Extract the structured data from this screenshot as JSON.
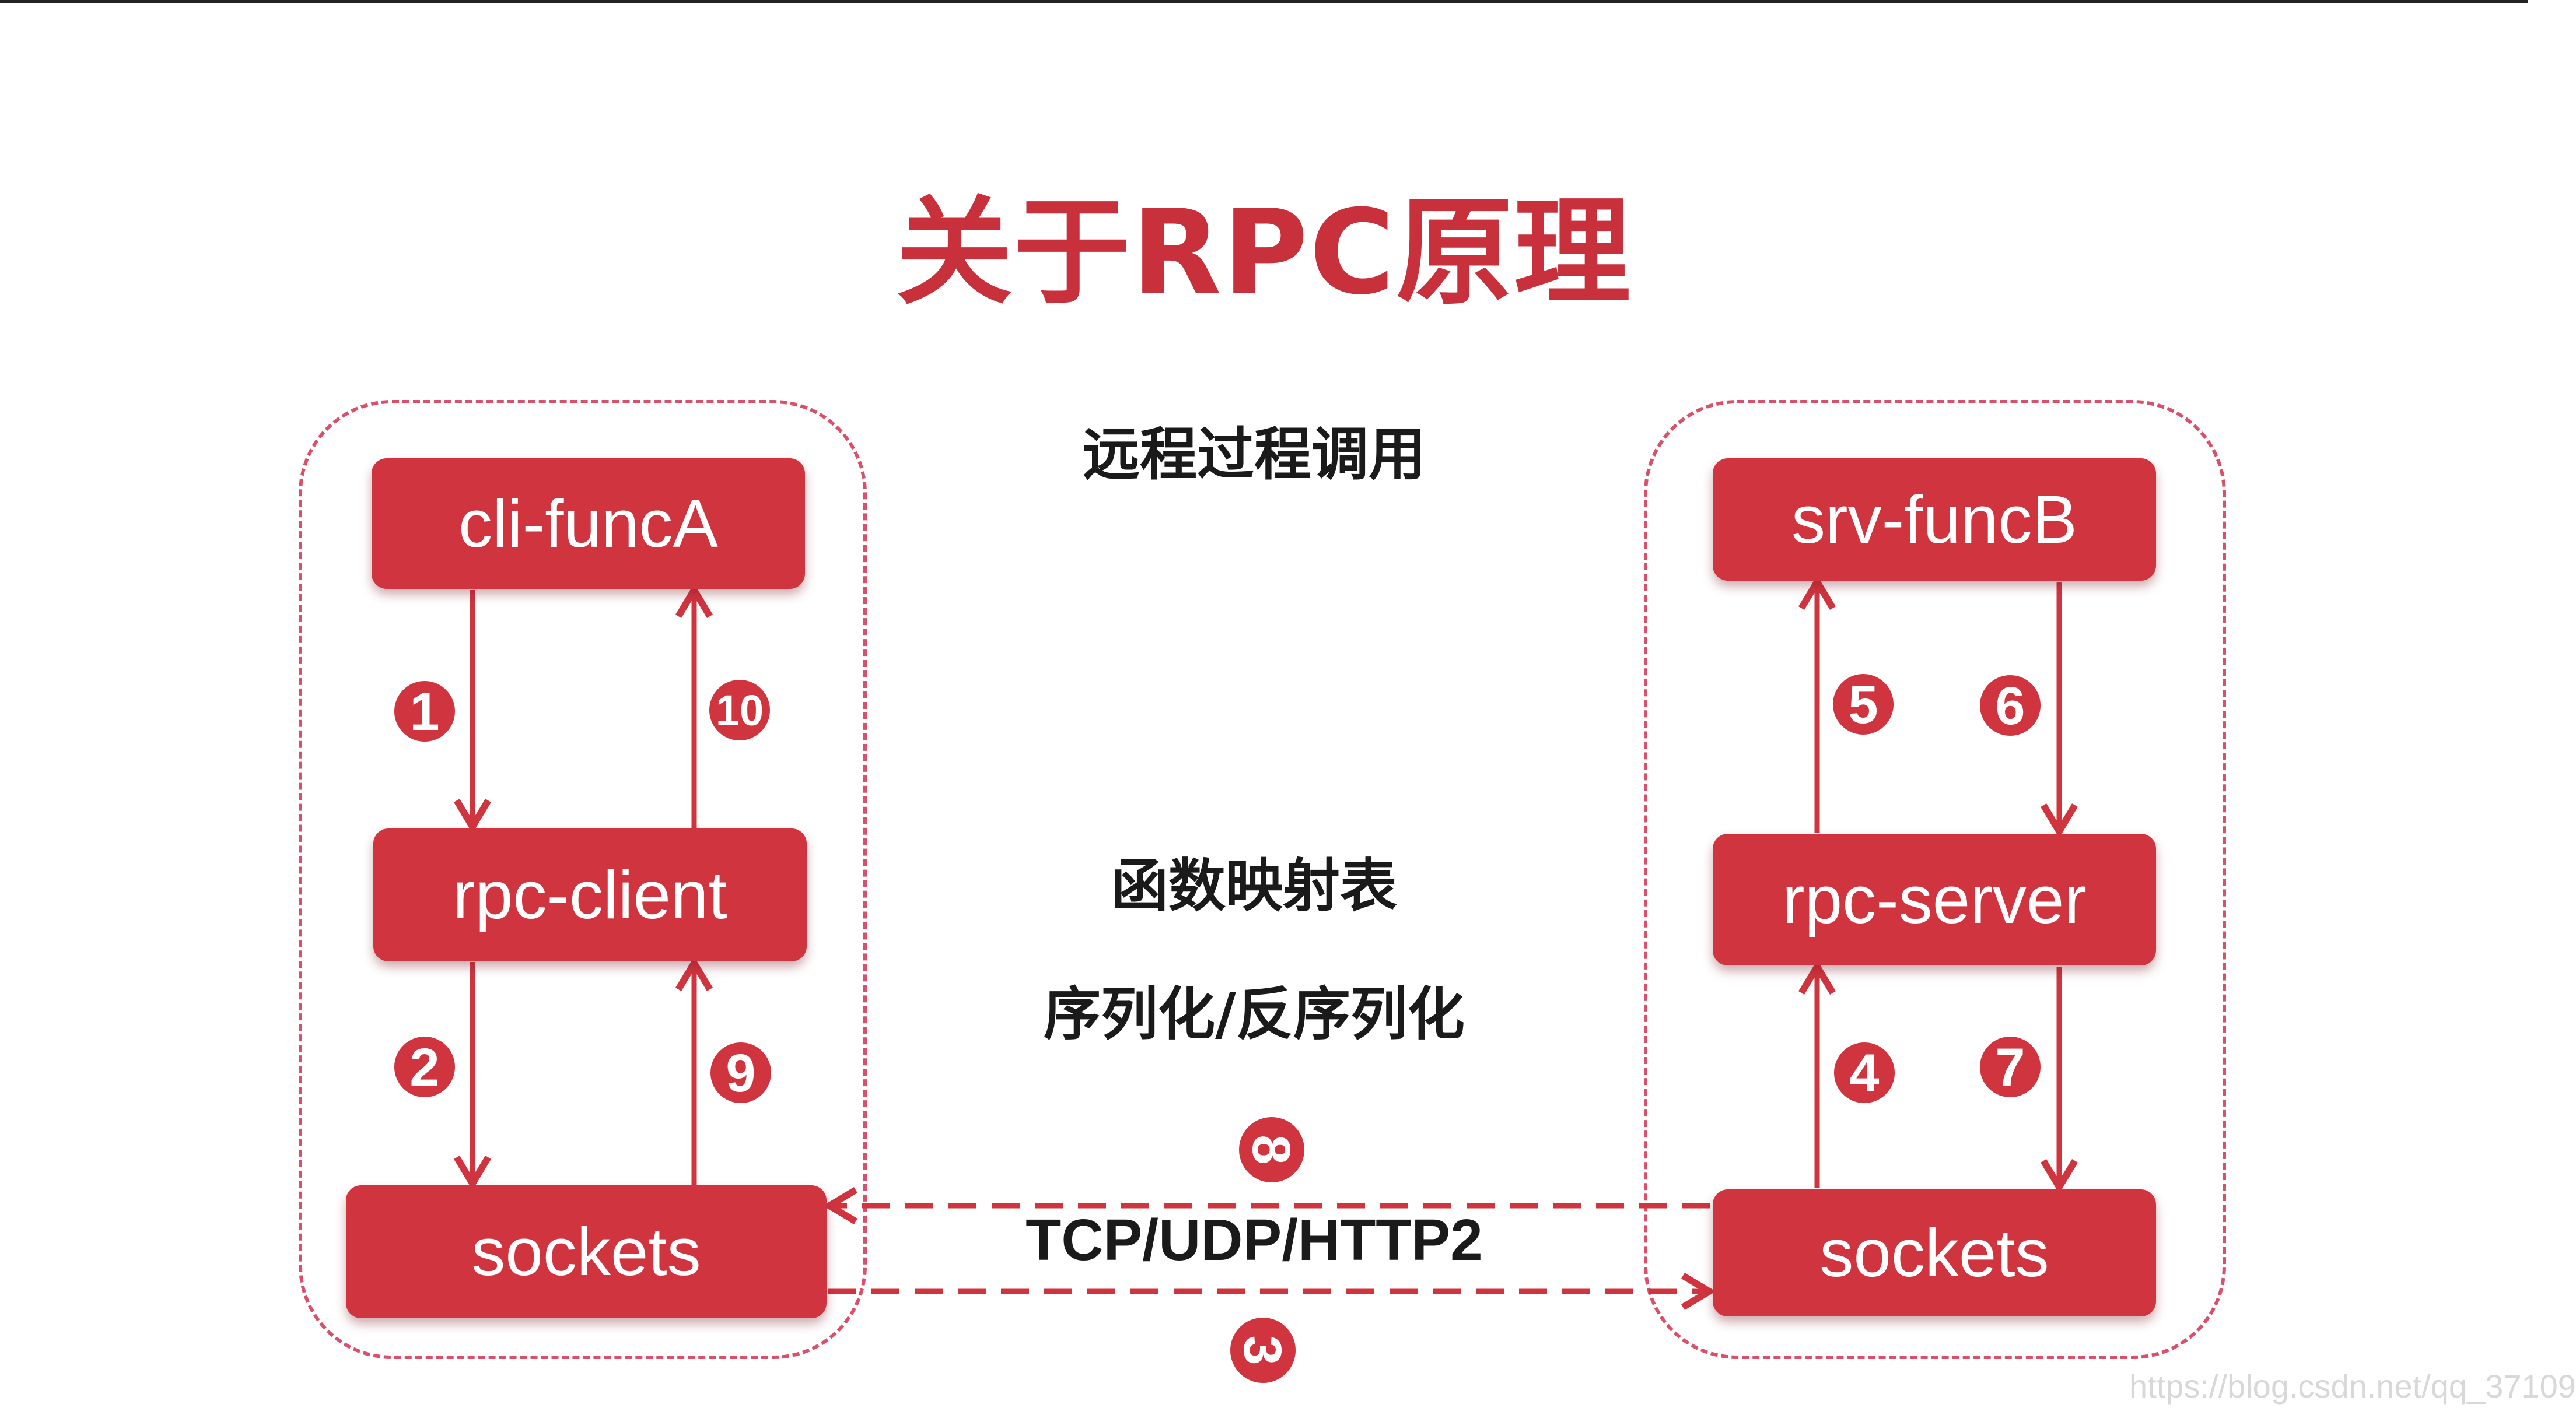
{
  "title": "关于RPC原理",
  "labels": {
    "remote_call": "远程过程调用",
    "func_map": "函数映射表",
    "serialize": "序列化/反序列化",
    "protocol": "TCP/UDP/HTTP2"
  },
  "client": {
    "func": "cli-funcA",
    "stub": "rpc-client",
    "sockets": "sockets"
  },
  "server": {
    "func": "srv-funcB",
    "stub": "rpc-server",
    "sockets": "sockets"
  },
  "steps": [
    "1",
    "2",
    "3",
    "4",
    "5",
    "6",
    "7",
    "8",
    "9",
    "10"
  ],
  "watermark": "https://blog.csdn.net/qq_37109",
  "colors": {
    "accent": "#d0353f",
    "title": "#c8303c",
    "frame": "#d9506a",
    "text": "#1a1a1a"
  }
}
